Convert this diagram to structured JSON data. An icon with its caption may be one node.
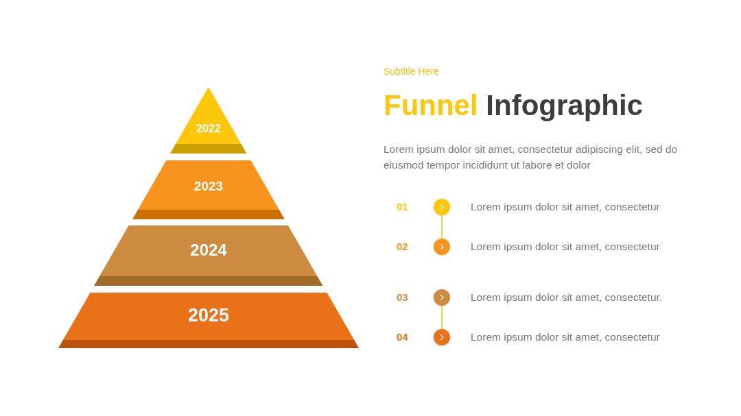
{
  "diagram": {
    "title": "Funnel Infographic",
    "nodes": [
      {
        "text": [
          "2022"
        ]
      },
      {
        "text": [
          "2023"
        ]
      },
      {
        "text": [
          "2024"
        ]
      },
      {
        "text": [
          "2025"
        ]
      },
      {
        "text": [],
        "shape": "circle",
        "beside": [
          "01",
          "Lorem ipsum dolor sit amet, consectetur"
        ]
      },
      {
        "text": [],
        "shape": "circle",
        "beside": [
          "02",
          "Lorem ipsum dolor sit amet, consectetur"
        ]
      },
      {
        "text": [],
        "shape": "circle",
        "beside": [
          "03",
          "Lorem ipsum dolor sit amet, consectetur."
        ]
      },
      {
        "text": [],
        "shape": "circle",
        "beside": [
          "04",
          "Lorem ipsum dolor sit amet, consectetur"
        ]
      }
    ],
    "edges": [
      {
        "from": 4,
        "to": 5,
        "arrow": "none"
      },
      {
        "from": 6,
        "to": 7,
        "arrow": "none"
      }
    ],
    "labels": [
      "Subtitle Here",
      "Lorem ipsum dolor sit amet, consectetur adipiscing elit, sed do eiusmod tempor incididunt ut labore et dolor"
    ]
  }
}
